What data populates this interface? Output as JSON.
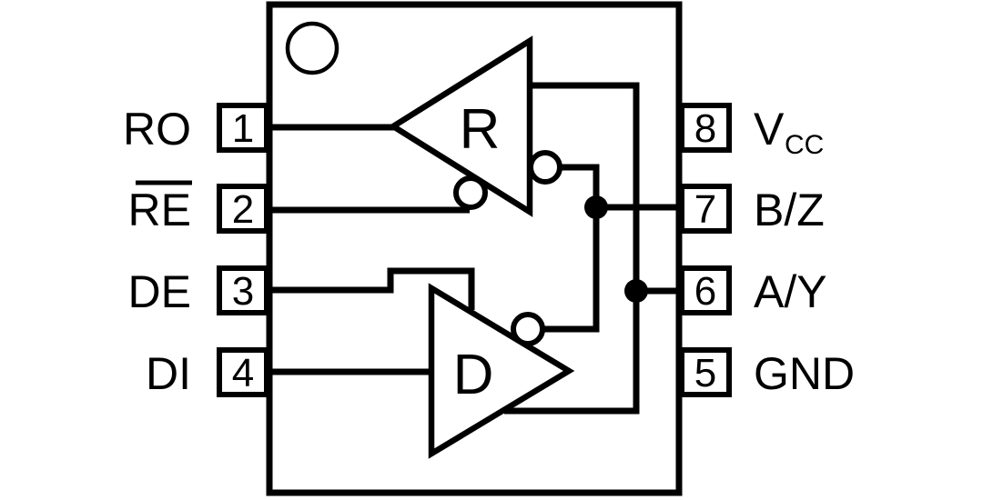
{
  "diagram": {
    "kind": "ic-pinout-logic-diagram",
    "device": {
      "receiver_label": "R",
      "driver_label": "D"
    },
    "pins_left": [
      {
        "number": "1",
        "label": "RO",
        "overline": false
      },
      {
        "number": "2",
        "label": "RE",
        "overline": true
      },
      {
        "number": "3",
        "label": "DE",
        "overline": false
      },
      {
        "number": "4",
        "label": "DI",
        "overline": false
      }
    ],
    "pins_right": [
      {
        "number": "8",
        "label": "V",
        "subscript": "CC"
      },
      {
        "number": "7",
        "label": "B/Z",
        "subscript": ""
      },
      {
        "number": "6",
        "label": "A/Y",
        "subscript": ""
      },
      {
        "number": "5",
        "label": "GND",
        "subscript": ""
      }
    ],
    "colors": {
      "ink": "#000000",
      "paper": "#ffffff"
    }
  }
}
